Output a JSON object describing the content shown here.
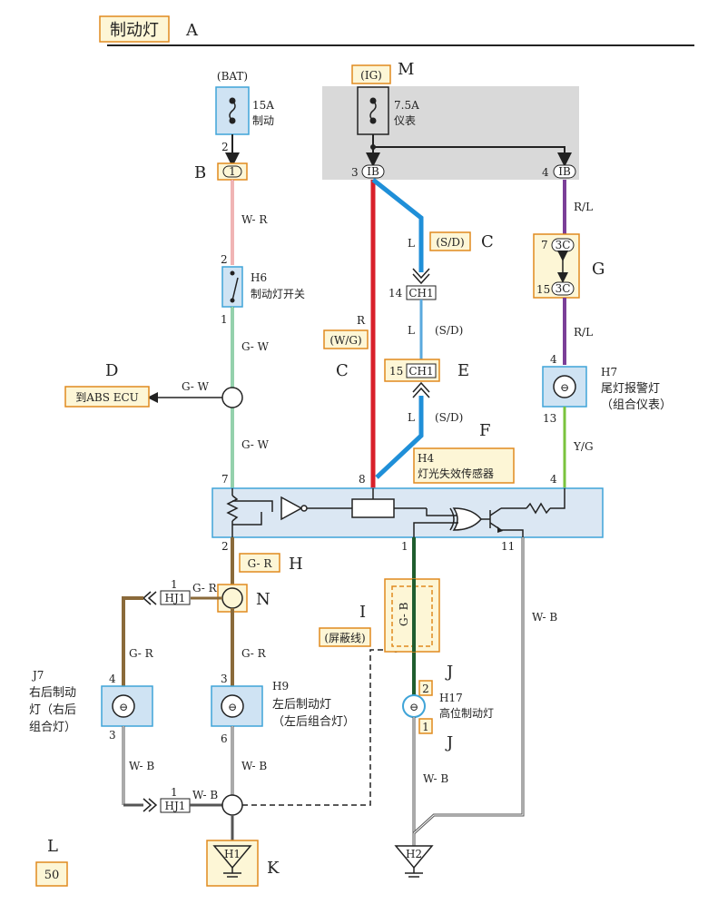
{
  "header": {
    "title": "制动灯",
    "letter": "A"
  },
  "markers": {
    "A": "A",
    "B": "B",
    "C": "C",
    "C2": "C",
    "D": "D",
    "E": "E",
    "F": "F",
    "G": "G",
    "H": "H",
    "I": "I",
    "J1": "J",
    "J2": "J",
    "K": "K",
    "L": "L",
    "M": "M",
    "N": "N"
  },
  "page_number": "50",
  "fuses": {
    "bat": {
      "source": "(BAT)",
      "rating": "15A",
      "name": "制动",
      "pin": "2"
    },
    "ig": {
      "source": "(IG)",
      "rating": "7.5A",
      "name": "仪表"
    }
  },
  "connectors": {
    "b1": "1",
    "ib3_pin": "3",
    "ib3": "IB",
    "ib4_pin": "4",
    "ib4": "IB",
    "ch1_14_pin": "14",
    "ch1_14": "CH1",
    "ch1_15_pin": "15",
    "ch1_15": "CH1",
    "c7_pin": "7",
    "c7": "3C",
    "c15_pin": "15",
    "c15": "3C",
    "hj1_top_pin": "1",
    "hj1_top": "HJ1",
    "hj1_bot_pin": "1",
    "hj1_bot": "HJ1"
  },
  "wires": {
    "wr": "W- R",
    "gw1": "G- W",
    "gw2": "G- W",
    "gw3": "G- W",
    "r": "R",
    "wg": "(W/G)",
    "l1": "L",
    "sd1": "(S/D)",
    "l2": "L",
    "sd2": "(S/D)",
    "l3": "L",
    "sd3": "(S/D)",
    "rl1": "R/L",
    "rl2": "R/L",
    "yg": "Y/G",
    "gr_box": "G- R",
    "gr1": "G- R",
    "gr2": "G- R",
    "gr3": "G- R",
    "gb": "G- B",
    "wb1": "W- B",
    "wb2": "W- B",
    "wb3": "W- B",
    "wb4": "W- B",
    "wb5": "W- B"
  },
  "components": {
    "h6": {
      "code": "H6",
      "name": "制动灯开关",
      "pin_top": "2",
      "pin_bottom": "1"
    },
    "h7": {
      "code": "H7",
      "name1": "尾灯报警灯",
      "name2": "（组合仪表）",
      "pin_top": "4",
      "pin_bottom": "13"
    },
    "h4": {
      "code": "H4",
      "name": "灯光失效传感器",
      "pin7": "7",
      "pin8": "8",
      "pin4": "4",
      "pin2": "2",
      "pin1": "1",
      "pin11": "11"
    },
    "abs": {
      "label": "到ABS ECU"
    },
    "shield": {
      "label": "(屏蔽线)"
    },
    "j7": {
      "code": "J7",
      "name1": "右后制动",
      "name2": "灯（右后",
      "name3": "组合灯）",
      "pin_top": "4",
      "pin_bottom": "3"
    },
    "h9": {
      "code": "H9",
      "name1": "左后制动灯",
      "name2": "（左后组合灯）",
      "pin_top": "3",
      "pin_bottom": "6"
    },
    "h17": {
      "code": "H17",
      "name": "高位制动灯",
      "pin_top": "2",
      "pin_bottom": "1"
    },
    "h1": {
      "code": "H1"
    },
    "h2": {
      "code": "H2"
    }
  }
}
